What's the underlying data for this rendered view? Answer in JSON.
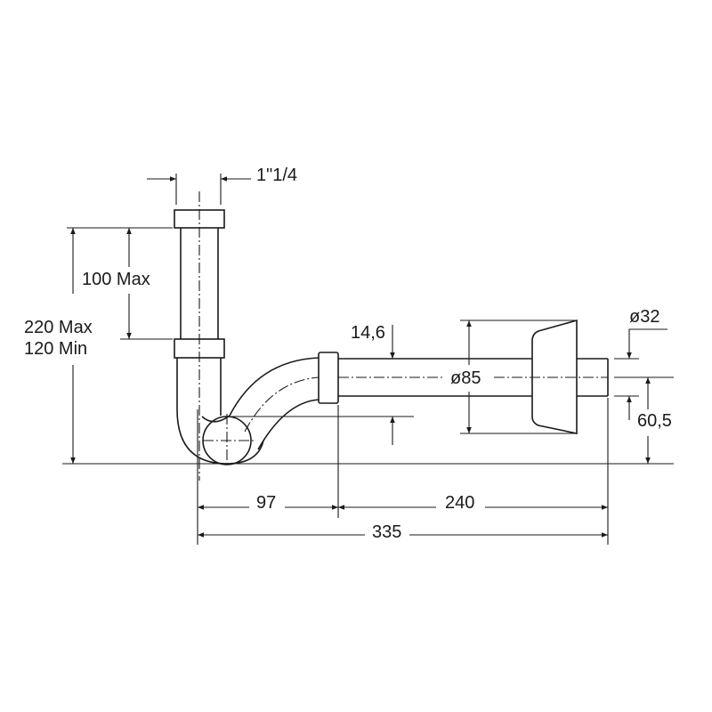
{
  "title": "Bottle trap technical dimension drawing",
  "labels": {
    "thread": "1\"1/4",
    "height_total_max": "220 Max",
    "height_total_min": "120 Min",
    "height_adjust": "100 Max",
    "offset": "14,6",
    "rosette_diameter": "ø85",
    "outlet_diameter": "ø32",
    "outlet_height": "60,5",
    "dim_97": "97",
    "dim_240": "240",
    "dim_335": "335"
  }
}
